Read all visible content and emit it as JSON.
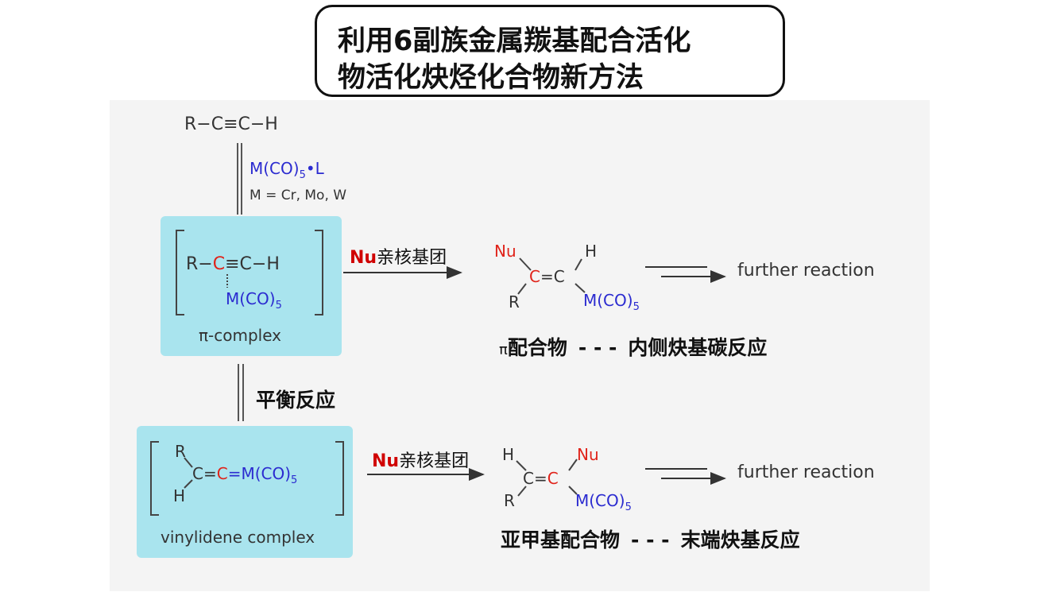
{
  "title": {
    "line1": "利用6副族金属羰基配合活化",
    "line2": "物活化炔烃化合物新方法"
  },
  "alkyne": {
    "formula": "R−C≡C−H"
  },
  "reagent": {
    "complex": "M(CO)",
    "subscript": "5",
    "ligand": "•L",
    "metals": "M = Cr, Mo, W"
  },
  "pi_complex": {
    "left": "R−",
    "c_red": "C",
    "right": "≡C−H",
    "metal": "M(CO)",
    "metal_sub": "5",
    "label": "π-complex"
  },
  "equilibrium_label": "平衡反应",
  "vinylidene_complex": {
    "r": "R",
    "h": "H",
    "c1": "C",
    "eq": "=",
    "c2": "C",
    "eq2": "=M(CO)",
    "metal_sub": "5",
    "label": "vinylidene complex"
  },
  "nucleophile": {
    "nu": "Nu",
    "desc": "亲核基团"
  },
  "product1": {
    "nu": "Nu",
    "h": "H",
    "c1": "C",
    "eq": "=",
    "c2": "C",
    "r": "R",
    "metal": "M(CO)",
    "metal_sub": "5",
    "next": "further reaction",
    "caption_pi": "π",
    "caption_main": "配合物",
    "caption_dash": "- - -",
    "caption_reaction": "内侧炔基碳反应"
  },
  "product2": {
    "h": "H",
    "nu": "Nu",
    "c1": "C",
    "eq": "=",
    "c2": "C",
    "r": "R",
    "metal": "M(CO)",
    "metal_sub": "5",
    "next": "further reaction",
    "caption_main": "亚甲基配合物",
    "caption_dash": "- - -",
    "caption_reaction": "末端炔基反应"
  },
  "colors": {
    "metal_blue": "#2b2bd0",
    "carbon_red": "#e0231a",
    "box_cyan": "#a9e4ee"
  }
}
